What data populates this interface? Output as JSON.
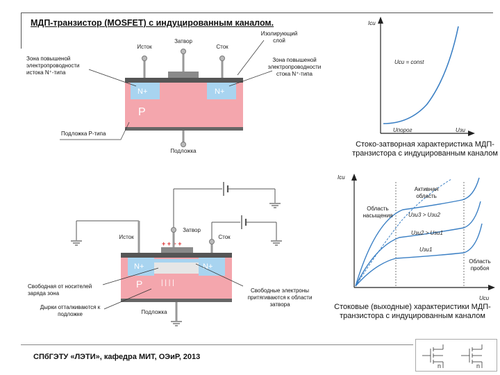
{
  "title": "МДП-транзистор (MOSFET) с индуцированным каналом.",
  "footer": "СПбГЭТУ «ЛЭТИ», кафедра МИТ, ОЭиР, 2013",
  "top_device": {
    "source": "Исток",
    "gate": "Затвор",
    "drain": "Сток",
    "insulator": "Изолирующий слой",
    "source_zone": "Зона повышеной электропроводности истока N⁺-типа",
    "drain_zone": "Зона повышеной электропроводности стока N⁺-типа",
    "substrate_type": "Подложка P-типа",
    "substrate": "Подложка",
    "n_plus": "N+",
    "p": "P"
  },
  "bottom_device": {
    "source": "Исток",
    "gate": "Затвор",
    "drain": "Сток",
    "gate_charges": "+ + + +",
    "n_plus": "N+",
    "p": "P",
    "depletion_zone": "Свободная от носителей заряда зона",
    "holes": "Дырки отталкиваются к подложке",
    "substrate": "Подложка",
    "electrons": "Свободные электроны притягиваются к области затвора"
  },
  "transfer_char": {
    "y_axis": "Iси",
    "x_axis": "Uзи",
    "threshold": "Uпорог",
    "const_label": "Uси = const",
    "caption": "Стоко-затворная характеристика МДП-транзистора с индуцированным каналом"
  },
  "output_char": {
    "y_axis": "Iси",
    "x_axis": "Uси",
    "active_region": "Активная область",
    "saturation_region": "Область насыщения",
    "breakdown_region": "Область пробоя",
    "curve3": "Uзи3 > Uзи2",
    "curve2": "Uзи2 > Uзи1",
    "curve1": "Uзи1",
    "caption": "Стоковые (выходные) характеристики МДП-транзистора с индуцированным каналом"
  },
  "thumb_labels": {
    "n_left": "n",
    "n_right": "n"
  },
  "colors": {
    "substrate_p": "#f4a6ad",
    "n_plus": "#a8d4f0",
    "gate": "#8a8a8a",
    "curve": "#3a7fc4",
    "dots": "#dd4b55"
  }
}
